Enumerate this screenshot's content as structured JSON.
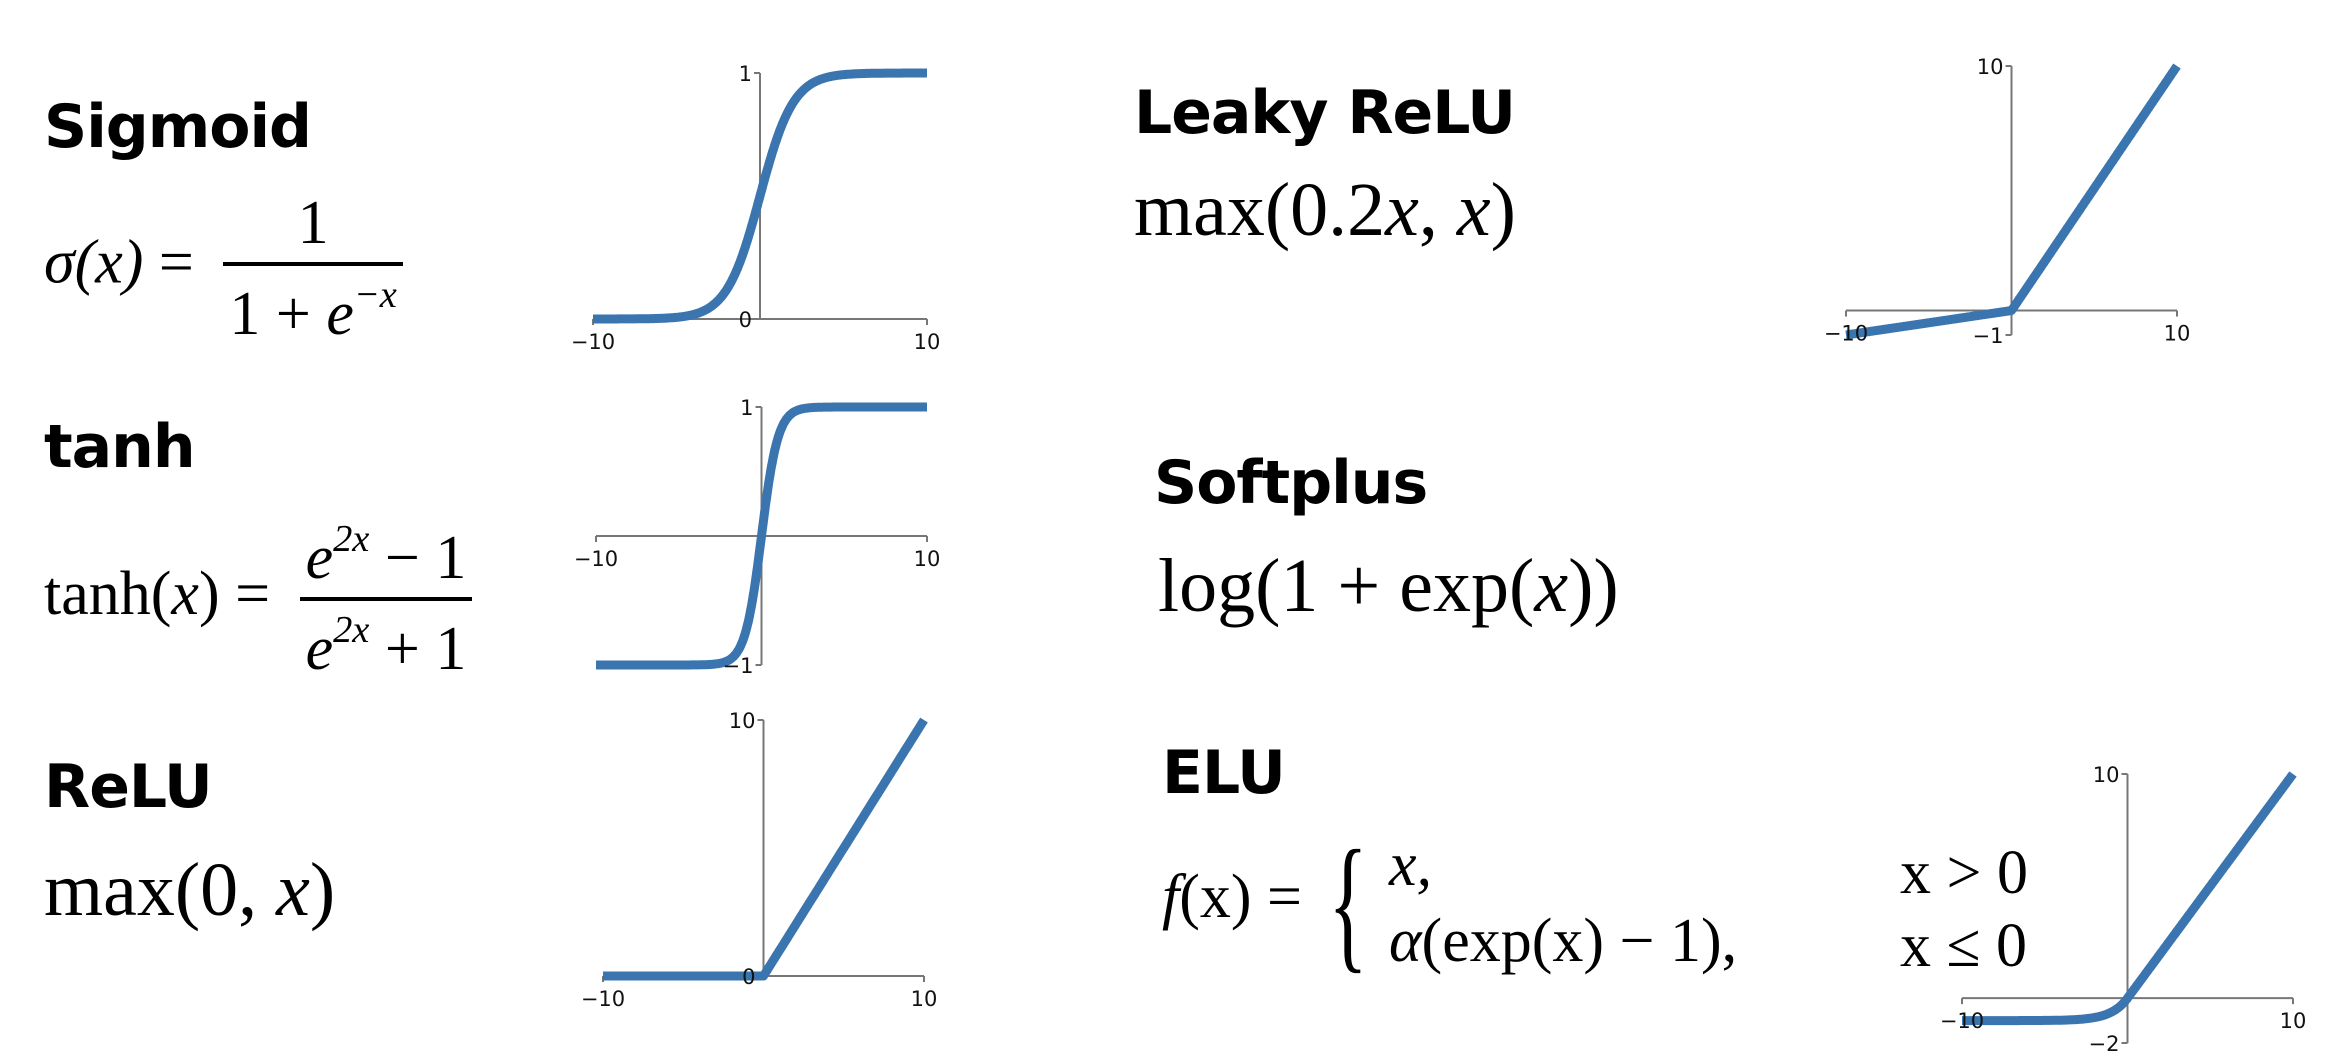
{
  "sigmoid": {
    "title": "Sigmoid",
    "lhs_fn": "σ",
    "lhs_arg": "(x)",
    "eq": "=",
    "num": "1",
    "den_a": "1 + ",
    "den_e": "e",
    "den_exp": "−x"
  },
  "tanh": {
    "title": "tanh",
    "lhs_fn": "tanh",
    "lhs_open": "(",
    "lhs_x": "x",
    "lhs_close": ")",
    "eq": "=",
    "e": "e",
    "exp": "2x",
    "num_tail": " − 1",
    "den_tail": " + 1"
  },
  "relu": {
    "title": "ReLU",
    "formula_a": "max(0, ",
    "formula_x": "x",
    "formula_b": ")"
  },
  "leaky": {
    "title": "Leaky ReLU",
    "formula_a": "max(0.2",
    "formula_x1": "x",
    "formula_mid": ", ",
    "formula_x2": "x",
    "formula_b": ")"
  },
  "softplus": {
    "title": "Softplus",
    "formula_a": "log(1 + exp(",
    "formula_x": "x",
    "formula_b": "))"
  },
  "elu": {
    "title": "ELU",
    "lhs_f": "f",
    "lhs_arg": "(x) =",
    "case1": "x,",
    "case2_alpha": "α",
    "case2_rest": "(exp(x) − 1),",
    "cond1": "x > 0",
    "cond2": "x ≤ 0"
  },
  "colors": {
    "line": "#3a75b0",
    "axis": "#777777"
  },
  "chart_data": [
    {
      "name": "sigmoid",
      "type": "line",
      "fn": "sigmoid",
      "xlim": [
        -10,
        10
      ],
      "ylim": [
        0,
        1
      ],
      "xticks": [
        "−10",
        "10"
      ],
      "yticks": [
        "0",
        "1"
      ],
      "axis_cross_y": 0
    },
    {
      "name": "tanh",
      "type": "line",
      "fn": "tanh",
      "xlim": [
        -10,
        10
      ],
      "ylim": [
        -1,
        1
      ],
      "xticks": [
        "−10",
        "10"
      ],
      "yticks": [
        "−1",
        "1"
      ],
      "axis_cross_y": 0
    },
    {
      "name": "relu",
      "type": "line",
      "fn": "relu",
      "xlim": [
        -10,
        10
      ],
      "ylim": [
        0,
        10
      ],
      "xticks": [
        "−10",
        "10"
      ],
      "yticks": [
        "0",
        "10"
      ],
      "axis_cross_y": 0
    },
    {
      "name": "leaky-relu",
      "type": "line",
      "fn": "leaky",
      "xlim": [
        -10,
        10
      ],
      "ylim": [
        -1,
        10
      ],
      "xticks": [
        "−10",
        "10"
      ],
      "yticks": [
        "−1",
        "10"
      ],
      "axis_cross_y": 0
    },
    {
      "name": "elu",
      "type": "line",
      "fn": "elu",
      "xlim": [
        -10,
        10
      ],
      "ylim": [
        -2,
        10
      ],
      "xticks": [
        "−10",
        "10"
      ],
      "yticks": [
        "−2",
        "10"
      ],
      "axis_cross_y": 0
    }
  ]
}
